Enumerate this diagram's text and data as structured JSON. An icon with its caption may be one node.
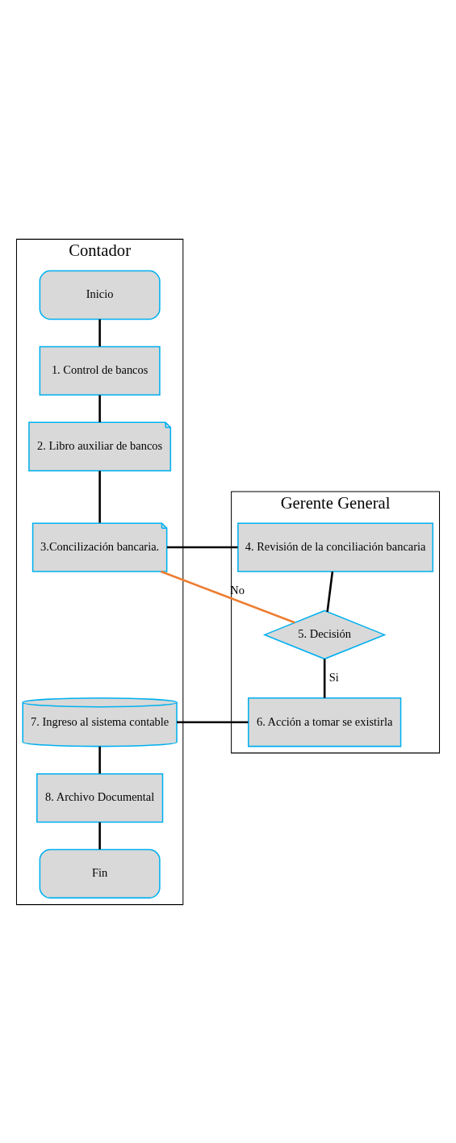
{
  "diagram": {
    "nodes": [
      {
        "text": [
          "Contador"
        ]
      },
      {
        "text": [
          "Gerente General"
        ]
      },
      {
        "text": [
          "Inicio"
        ],
        "in": 0
      },
      {
        "text": [
          "1. Control de bancos"
        ],
        "in": 0
      },
      {
        "text": [
          "2. Libro auxiliar de bancos"
        ],
        "in": 0
      },
      {
        "text": [
          "3.Concilización bancaria."
        ],
        "in": 0
      },
      {
        "text": [
          "4. Revisión de la conciliación bancaria"
        ],
        "in": 1
      },
      {
        "text": [
          "5. Decisión"
        ],
        "in": 1
      },
      {
        "text": [
          "6. Acción a tomar se existirla"
        ],
        "in": 1
      },
      {
        "text": [
          "7. Ingreso al sistema contable"
        ],
        "in": 0
      },
      {
        "text": [
          "8. Archivo Documental"
        ],
        "in": 0
      },
      {
        "text": [
          "Fin"
        ],
        "in": 0
      }
    ],
    "edges": [
      {
        "from": 2,
        "to": 3,
        "arrow": "none"
      },
      {
        "from": 3,
        "to": 4,
        "arrow": "none"
      },
      {
        "from": 4,
        "to": 5,
        "arrow": "none"
      },
      {
        "from": 5,
        "to": 6,
        "arrow": "none"
      },
      {
        "from": 6,
        "to": 7,
        "arrow": "none"
      },
      {
        "from": 7,
        "to": 5,
        "label": "No",
        "arrow": "none",
        "color": "#ed7d31"
      },
      {
        "from": 7,
        "to": 8,
        "label": "Si",
        "arrow": "none"
      },
      {
        "from": 8,
        "to": 9,
        "arrow": "none"
      },
      {
        "from": 9,
        "to": 10,
        "arrow": "none"
      },
      {
        "from": 10,
        "to": 11,
        "arrow": "none"
      }
    ]
  }
}
